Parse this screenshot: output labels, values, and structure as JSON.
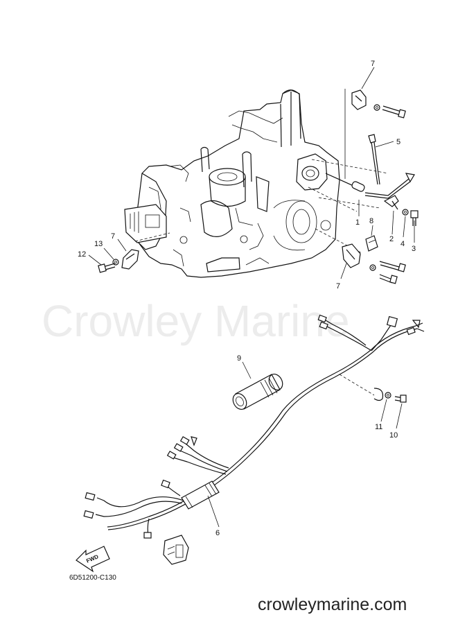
{
  "diagram": {
    "watermark": "Crowley Marine",
    "drawing_code": "6D51200-C130",
    "site": "crowleymarine.com",
    "fwd_label": "FWD"
  },
  "callouts": [
    {
      "id": "c7a",
      "label": "7"
    },
    {
      "id": "c5",
      "label": "5"
    },
    {
      "id": "c1",
      "label": "1"
    },
    {
      "id": "c2",
      "label": "2"
    },
    {
      "id": "c4",
      "label": "4"
    },
    {
      "id": "c3",
      "label": "3"
    },
    {
      "id": "c8",
      "label": "8"
    },
    {
      "id": "c7b",
      "label": "7"
    },
    {
      "id": "c7c",
      "label": "7"
    },
    {
      "id": "c13",
      "label": "13"
    },
    {
      "id": "c12",
      "label": "12"
    },
    {
      "id": "c9",
      "label": "9"
    },
    {
      "id": "c11",
      "label": "11"
    },
    {
      "id": "c10",
      "label": "10"
    },
    {
      "id": "c6",
      "label": "6"
    }
  ]
}
